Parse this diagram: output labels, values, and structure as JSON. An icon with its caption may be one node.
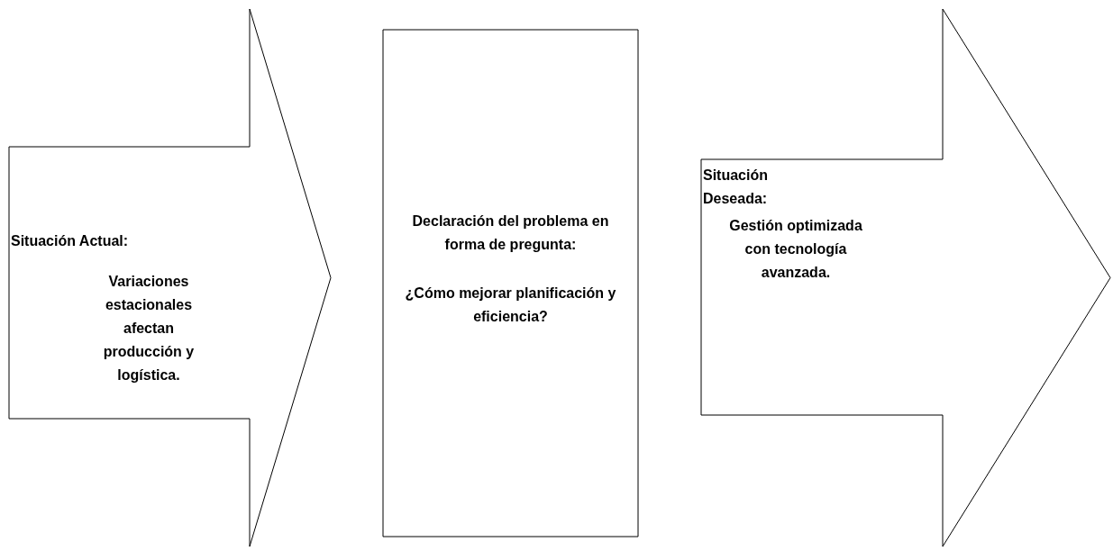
{
  "diagram": {
    "nodes": [
      {
        "text": [
          "Situación Actual:",
          "Variaciones estacionales afectan producción y logística."
        ]
      },
      {
        "text": [
          "Declaración del problema en forma de pregunta:",
          "¿Cómo mejorar planificación y eficiencia?"
        ]
      },
      {
        "text": [
          "Situación Deseada:",
          "Gestión optimizada con tecnología avanzada."
        ]
      }
    ]
  }
}
